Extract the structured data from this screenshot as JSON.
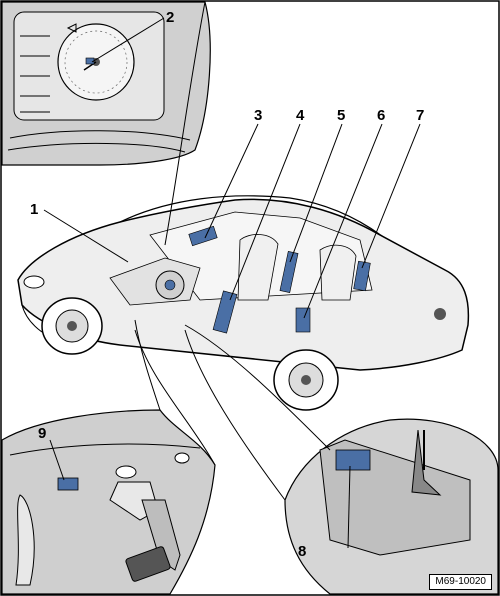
{
  "callouts": {
    "c1": "1",
    "c2": "2",
    "c3": "3",
    "c4": "4",
    "c5": "5",
    "c6": "6",
    "c7": "7",
    "c8": "8",
    "c9": "9"
  },
  "figure_ref": "M69-10020",
  "colors": {
    "inset_fill": "#cfcfcf",
    "component_fill": "#4a6fa5",
    "line": "#000000"
  }
}
